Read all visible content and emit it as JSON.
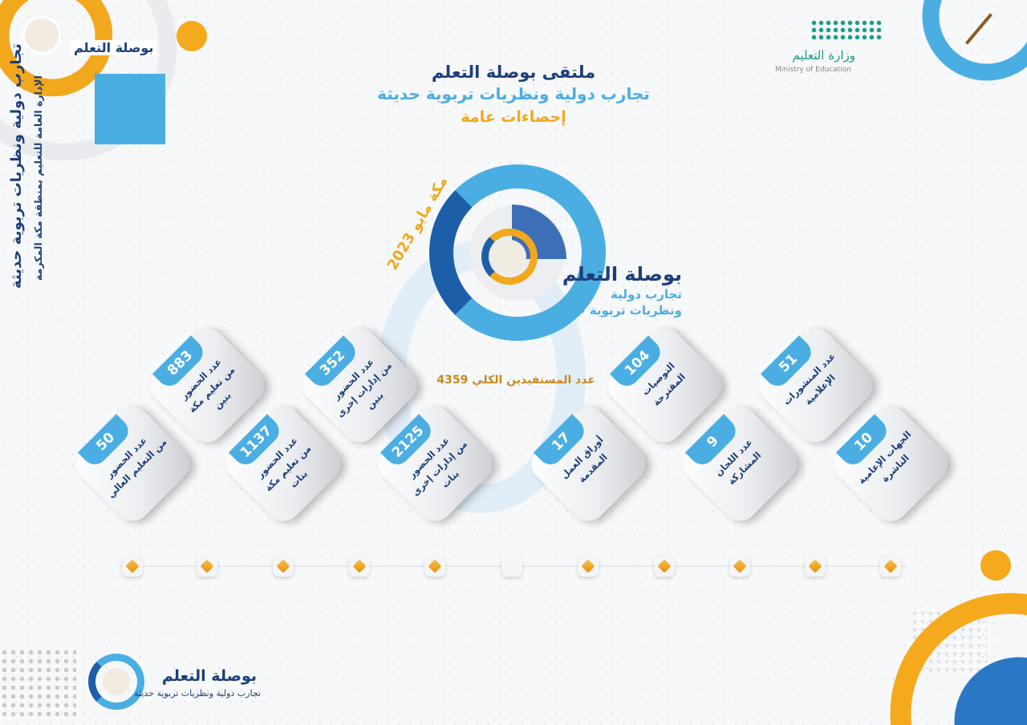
{
  "header": {
    "line1": "ملتقى بوصلة التعلم",
    "line2": "تجارب دولية ونظريات تربوية حديثة",
    "line3": "إحصاءات عامة"
  },
  "ministry": {
    "name_ar": "وزارة التعليم",
    "name_en": "Ministry of Education"
  },
  "top_left_logo": {
    "name": "بوصلة التعلم"
  },
  "side": {
    "title": "تجارب دولية ونظريات تربوية حديثة",
    "subtitle": "الإدارة العامة للتعليم بمنطقة مكة المكرمة"
  },
  "center": {
    "date": "مكة مايو 2023",
    "brand": "بوصلة التعلم",
    "tag1": "تجارب دولية",
    "tag2": "ونظريات تربوية حديثة",
    "total": "عدد المستفيدين الكلي 4359"
  },
  "cards": [
    {
      "value": "883",
      "l1": "عدد الحضور",
      "l2": "من تعليم مكة",
      "l3": "بنين"
    },
    {
      "value": "352",
      "l1": "عدد الحضور",
      "l2": "من إدارات إخرى",
      "l3": "بنين"
    },
    {
      "value": "104",
      "l1": "التوصيات",
      "l2": "المقترحة",
      "l3": ""
    },
    {
      "value": "51",
      "l1": "عدد المنشورات",
      "l2": "الإعلامية",
      "l3": ""
    },
    {
      "value": "50",
      "l1": "عدد الحضور",
      "l2": "من التعليم العالي",
      "l3": ""
    },
    {
      "value": "1137",
      "l1": "عدد الحضور",
      "l2": "من تعليم مكة",
      "l3": "بنات"
    },
    {
      "value": "2125",
      "l1": "عدد الحضور",
      "l2": "من إدارات إخرى",
      "l3": "بنات"
    },
    {
      "value": "17",
      "l1": "أوراق العمل",
      "l2": "المقدمة",
      "l3": ""
    },
    {
      "value": "9",
      "l1": "عدد اللجان",
      "l2": "المشاركة",
      "l3": ""
    },
    {
      "value": "10",
      "l1": "الجهات الإعامية",
      "l2": "الناشرة",
      "l3": ""
    }
  ],
  "footer_logo": {
    "name": "بوصلة التعلم",
    "tag": "تجارب دولية ونظريات تربوية حديثة"
  },
  "colors": {
    "navy": "#1d3f7a",
    "blue": "#4aaee3",
    "orange": "#f2a81d"
  }
}
